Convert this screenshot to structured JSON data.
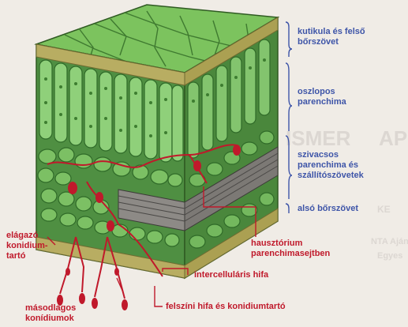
{
  "colors": {
    "label_blue": "#3e55a8",
    "label_red": "#c0192b",
    "leaf_green": "#6bb85a",
    "fungus_red": "#c0192b"
  },
  "layers": {
    "cuticle": [
      "kutikula és felső",
      "bőrszövet"
    ],
    "palisade": [
      "oszlopos",
      "parenchima"
    ],
    "spongy": [
      "szivacsos",
      "parenchima és",
      "szállítószövetek"
    ],
    "lower": "alsó bőrszövet"
  },
  "fungus": {
    "branched": [
      "elágazó",
      "konidium-",
      "tartó"
    ],
    "haustorium": [
      "hausztórium",
      "parenchimasejtben"
    ],
    "intercellular": "intercelluláris hifa",
    "secondary": [
      "másodlagos",
      "konídiumok"
    ],
    "surface": "felszíni hifa és konidiumtartó"
  },
  "background_text": {
    "b1": "ISMER",
    "b2": "AP",
    "b3": "KE",
    "b4": "NTA Ajánlat",
    "b5": "Egyes"
  }
}
